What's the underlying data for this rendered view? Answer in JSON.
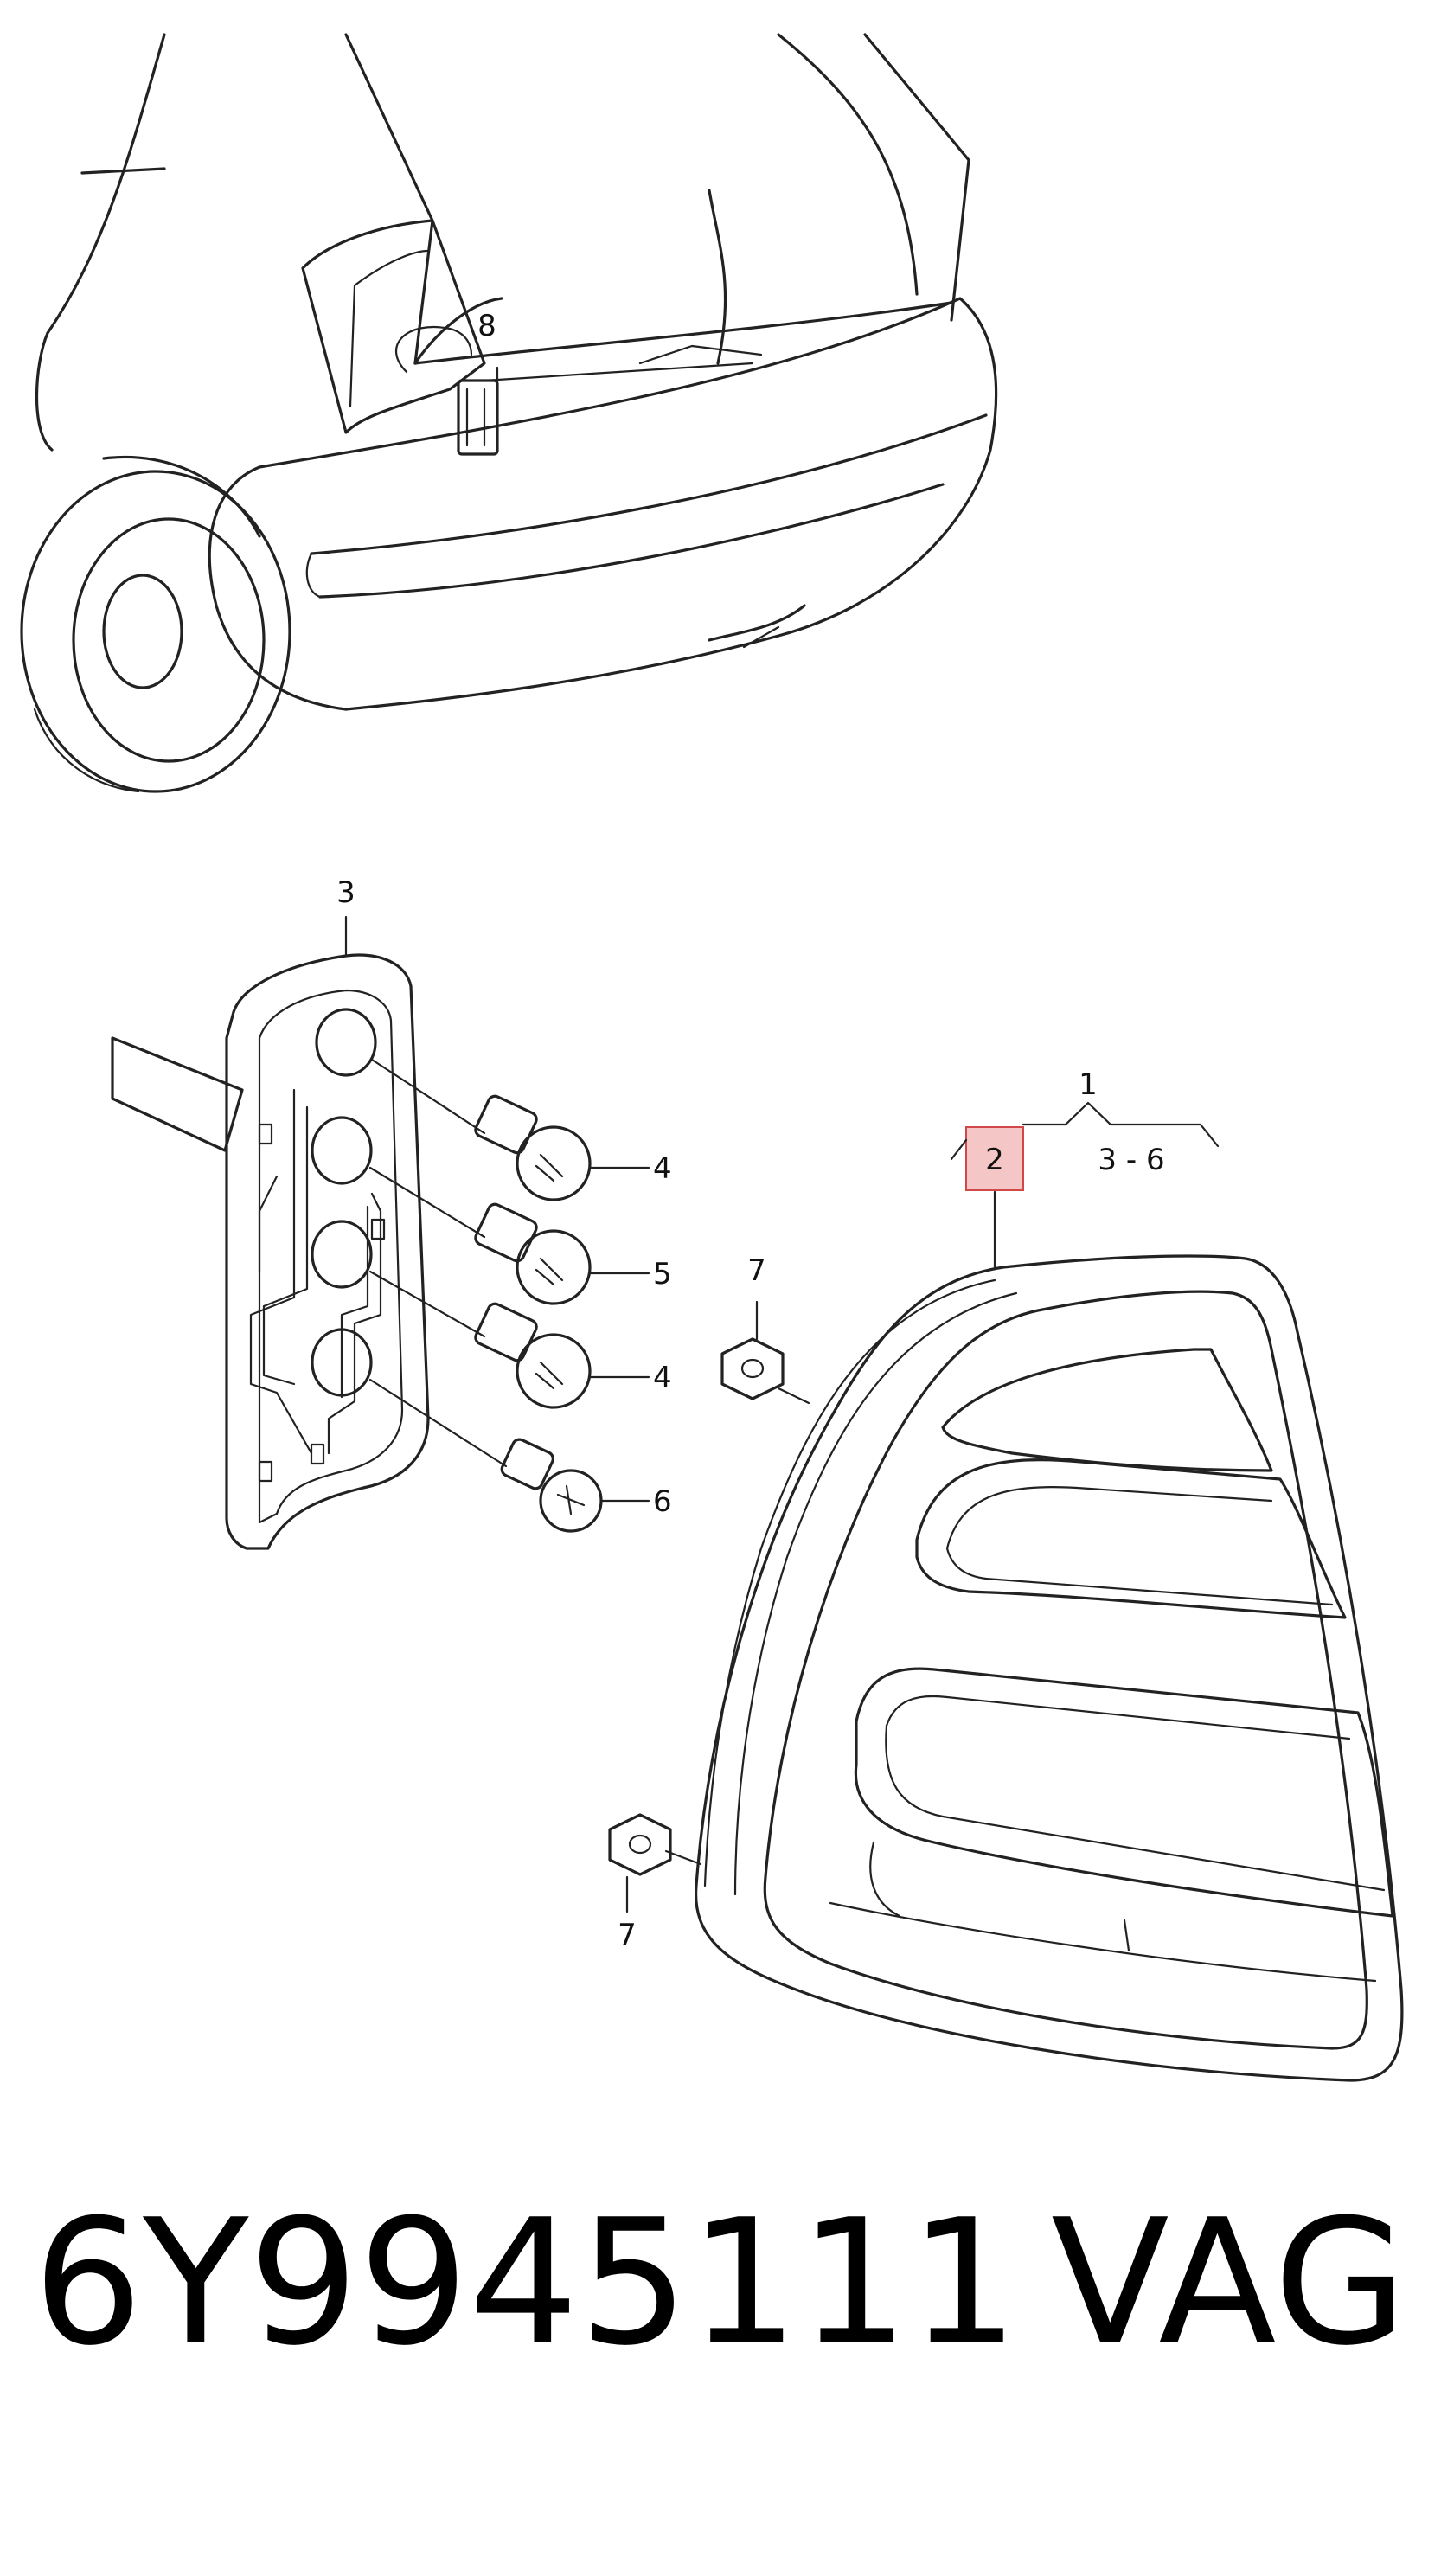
{
  "callouts": {
    "c1": "1",
    "c2": "2",
    "c3": "3",
    "c4a": "4",
    "c4b": "4",
    "c5": "5",
    "c6": "6",
    "c7a": "7",
    "c7b": "7",
    "c8": "8",
    "range": "3 - 6"
  },
  "footer": {
    "part_number": "6Y9945111",
    "brand": "VAG"
  },
  "colors": {
    "line": "#222222",
    "highlight_fill": "#f5c6c6",
    "highlight_stroke": "#d04848"
  }
}
